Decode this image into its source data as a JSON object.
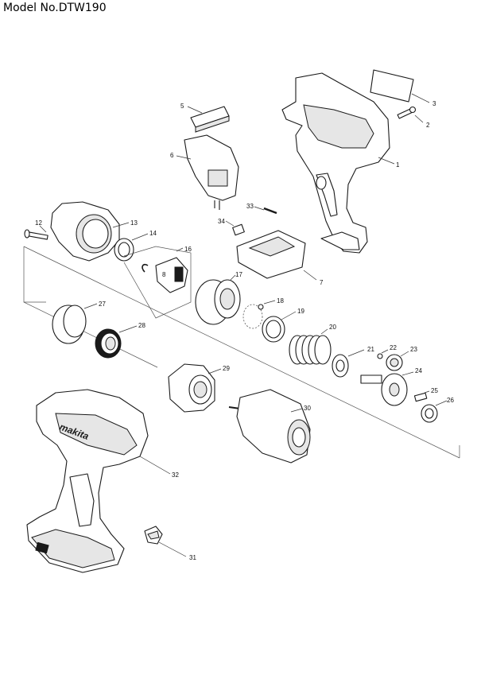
{
  "header": {
    "model": "Model No.DTW190"
  },
  "brand_label": "makita",
  "callouts": [
    "1",
    "2",
    "3",
    "5",
    "6",
    "7",
    "8",
    "12",
    "13",
    "14",
    "16",
    "17",
    "18",
    "19",
    "20",
    "21",
    "22",
    "23",
    "24",
    "25",
    "26",
    "27",
    "28",
    "29",
    "30",
    "31",
    "32",
    "33",
    "34"
  ]
}
